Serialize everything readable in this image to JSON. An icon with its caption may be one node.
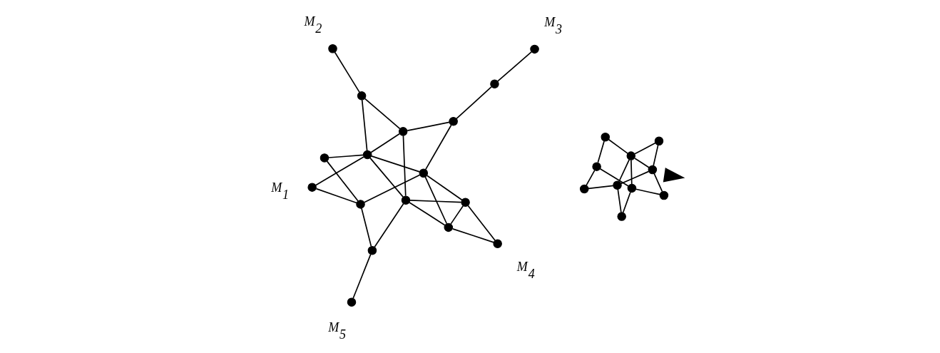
{
  "diagram": {
    "nodes": [
      {
        "text": [],
        "shape": "circle"
      },
      {
        "text": [],
        "shape": "circle"
      },
      {
        "text": [],
        "shape": "circle"
      },
      {
        "text": [],
        "shape": "circle"
      },
      {
        "text": [],
        "shape": "circle"
      },
      {
        "text": [],
        "shape": "circle"
      },
      {
        "text": [],
        "shape": "circle"
      },
      {
        "text": [],
        "shape": "circle"
      },
      {
        "text": [],
        "shape": "circle"
      },
      {
        "text": [],
        "shape": "circle"
      },
      {
        "text": [],
        "shape": "circle"
      },
      {
        "text": [],
        "shape": "circle"
      },
      {
        "text": [],
        "shape": "circle"
      },
      {
        "text": [],
        "shape": "circle"
      },
      {
        "text": [],
        "shape": "circle"
      },
      {
        "text": [],
        "shape": "circle"
      },
      {
        "text": [],
        "shape": "circle"
      },
      {
        "text": [],
        "shape": "circle"
      },
      {
        "text": [],
        "shape": "circle"
      },
      {
        "text": [],
        "shape": "circle"
      },
      {
        "text": [],
        "shape": "circle"
      },
      {
        "text": [],
        "shape": "circle"
      },
      {
        "text": [],
        "shape": "circle"
      },
      {
        "text": [],
        "shape": "circle"
      },
      {
        "text": [],
        "shape": "circle"
      },
      {
        "text": [],
        "shape": "circle"
      },
      {
        "text": [],
        "shape": "circle"
      }
    ],
    "edges": [
      {
        "from": 0,
        "to": 1,
        "arrow": "none"
      },
      {
        "from": 1,
        "to": 4,
        "arrow": "none"
      },
      {
        "from": 1,
        "to": 6,
        "arrow": "none"
      },
      {
        "from": 2,
        "to": 4,
        "arrow": "none"
      },
      {
        "from": 2,
        "to": 5,
        "arrow": "none"
      },
      {
        "from": 4,
        "to": 3,
        "arrow": "none"
      },
      {
        "from": 3,
        "to": 5,
        "arrow": "none"
      },
      {
        "from": 4,
        "to": 6,
        "arrow": "none"
      },
      {
        "from": 4,
        "to": 12,
        "arrow": "none"
      },
      {
        "from": 4,
        "to": 9,
        "arrow": "none"
      },
      {
        "from": 6,
        "to": 11,
        "arrow": "none"
      },
      {
        "from": 6,
        "to": 9,
        "arrow": "none"
      },
      {
        "from": 5,
        "to": 12,
        "arrow": "none"
      },
      {
        "from": 5,
        "to": 7,
        "arrow": "none"
      },
      {
        "from": 7,
        "to": 9,
        "arrow": "none"
      },
      {
        "from": 7,
        "to": 8,
        "arrow": "none"
      },
      {
        "from": 10,
        "to": 11,
        "arrow": "none"
      },
      {
        "from": 10,
        "to": 13,
        "arrow": "none"
      },
      {
        "from": 11,
        "to": 12,
        "arrow": "none"
      },
      {
        "from": 12,
        "to": 14,
        "arrow": "none"
      },
      {
        "from": 12,
        "to": 15,
        "arrow": "none"
      },
      {
        "from": 9,
        "to": 14,
        "arrow": "none"
      },
      {
        "from": 9,
        "to": 15,
        "arrow": "none"
      },
      {
        "from": 14,
        "to": 15,
        "arrow": "none"
      },
      {
        "from": 14,
        "to": 16,
        "arrow": "none"
      },
      {
        "from": 15,
        "to": 16,
        "arrow": "none"
      },
      {
        "from": 17,
        "to": 19,
        "arrow": "none"
      },
      {
        "from": 17,
        "to": 21,
        "arrow": "none"
      },
      {
        "from": 19,
        "to": 18,
        "arrow": "none"
      },
      {
        "from": 18,
        "to": 20,
        "arrow": "none"
      },
      {
        "from": 19,
        "to": 21,
        "arrow": "none"
      },
      {
        "from": 19,
        "to": 25,
        "arrow": "none"
      },
      {
        "from": 19,
        "to": 23,
        "arrow": "none"
      },
      {
        "from": 21,
        "to": 24,
        "arrow": "none"
      },
      {
        "from": 21,
        "to": 23,
        "arrow": "none"
      },
      {
        "from": 20,
        "to": 25,
        "arrow": "none"
      },
      {
        "from": 20,
        "to": 22,
        "arrow": "none"
      },
      {
        "from": 22,
        "to": 23,
        "arrow": "none"
      },
      {
        "from": 24,
        "to": 25,
        "arrow": "none"
      },
      {
        "from": 25,
        "to": 26,
        "arrow": "none"
      },
      {
        "from": 23,
        "to": 26,
        "arrow": "none"
      }
    ],
    "labels": [
      "M$_{1}$",
      "M$_{2}$",
      "M$_{5}$",
      "M$_{3}$",
      "M$_{4}$"
    ]
  }
}
